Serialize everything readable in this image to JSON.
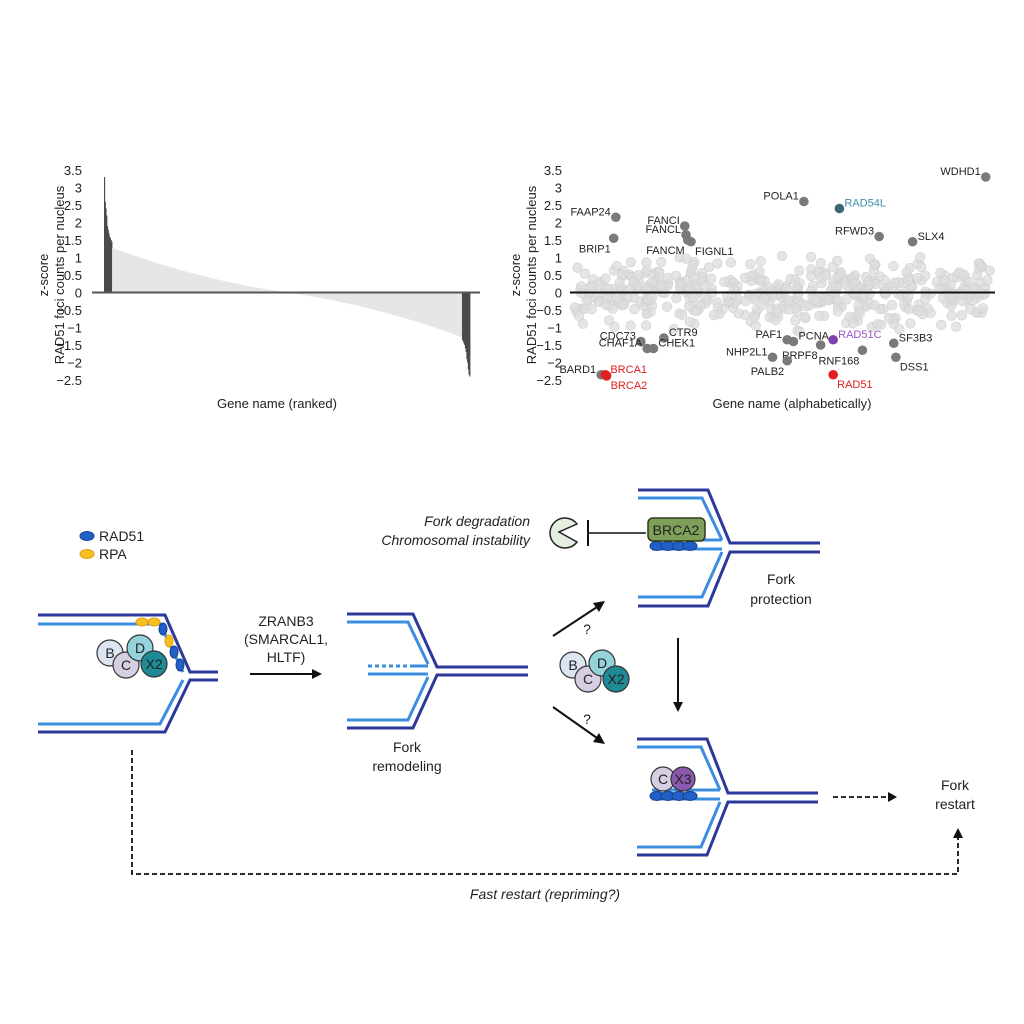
{
  "chart_data": [
    {
      "type": "bar",
      "name": "ranked-z-score",
      "ylabel_line1": "z-score",
      "ylabel_line2": "RAD51 foci counts per nucleus",
      "xlabel": "Gene name (ranked)",
      "ylim": [
        -2.5,
        3.5
      ],
      "yticks": [
        "3.5",
        "3",
        "2.5",
        "2",
        "1.5",
        "1",
        "0.5",
        "0",
        "−0.5",
        "−1",
        "−1.5",
        "−2",
        "−2.5"
      ],
      "ytick_values": [
        3.5,
        3,
        2.5,
        2,
        1.5,
        1,
        0.5,
        0,
        -0.5,
        -1,
        -1.5,
        -2,
        -2.5
      ],
      "n_genes": 500,
      "highlight_top": [
        3.3,
        2.6,
        2.4,
        2.2,
        1.9,
        1.8,
        1.7,
        1.6,
        1.55,
        1.5,
        1.45
      ],
      "highlight_bottom": [
        -1.35,
        -1.4,
        -1.45,
        -1.5,
        -1.6,
        -1.7,
        -1.9,
        -2.0,
        -2.2,
        -2.35,
        -2.4
      ],
      "background_range": [
        1.3,
        -1.3
      ],
      "colors": {
        "highlight": "#4a4a4a",
        "background": "#e6e6e6",
        "axis": "#555555"
      }
    },
    {
      "type": "scatter",
      "name": "alphabetical-z-score",
      "ylabel_line1": "z-score",
      "ylabel_line2": "RAD51 foci counts per nucleus",
      "xlabel": "Gene name (alphabetically)",
      "ylim": [
        -2.5,
        3.5
      ],
      "yticks": [
        "3.5",
        "3",
        "2.5",
        "2",
        "1.5",
        "1",
        "0.5",
        "0",
        "−0.5",
        "−1",
        "−1.5",
        "−2",
        "−2.5"
      ],
      "ytick_values": [
        3.5,
        3,
        2.5,
        2,
        1.5,
        1,
        0.5,
        0,
        -0.5,
        -1,
        -1.5,
        -2,
        -2.5
      ],
      "xlim": [
        0,
        1
      ],
      "labeled_points": [
        {
          "gene": "FAAP24",
          "x": 0.1,
          "y": 2.15,
          "color": "#7a7a7a",
          "label_side": "left"
        },
        {
          "gene": "BRIP1",
          "x": 0.095,
          "y": 1.55,
          "color": "#7a7a7a",
          "label_side": "left-below"
        },
        {
          "gene": "FANCI",
          "x": 0.265,
          "y": 1.9,
          "color": "#7a7a7a",
          "label_side": "left"
        },
        {
          "gene": "FANCL",
          "x": 0.268,
          "y": 1.65,
          "color": "#7a7a7a",
          "label_side": "left"
        },
        {
          "gene": "FANCM",
          "x": 0.272,
          "y": 1.5,
          "color": "#7a7a7a",
          "label_side": "left-below"
        },
        {
          "gene": "FIGNL1",
          "x": 0.28,
          "y": 1.45,
          "color": "#7a7a7a",
          "label_side": "right-below"
        },
        {
          "gene": "POLA1",
          "x": 0.55,
          "y": 2.6,
          "color": "#7a7a7a",
          "label_side": "left"
        },
        {
          "gene": "RAD54L",
          "x": 0.635,
          "y": 2.4,
          "color": "#3d6675",
          "label_color": "#3f8ea4",
          "label_side": "right"
        },
        {
          "gene": "RFWD3",
          "x": 0.73,
          "y": 1.6,
          "color": "#7a7a7a",
          "label_side": "left"
        },
        {
          "gene": "SLX4",
          "x": 0.81,
          "y": 1.45,
          "color": "#7a7a7a",
          "label_side": "right"
        },
        {
          "gene": "WDHD1",
          "x": 0.985,
          "y": 3.3,
          "color": "#7a7a7a",
          "label_side": "left"
        },
        {
          "gene": "CDC73",
          "x": 0.16,
          "y": -1.4,
          "color": "#7a7a7a",
          "label_side": "left"
        },
        {
          "gene": "CTR9",
          "x": 0.215,
          "y": -1.3,
          "color": "#7a7a7a",
          "label_side": "right"
        },
        {
          "gene": "CHAF1A",
          "x": 0.175,
          "y": -1.6,
          "color": "#7a7a7a",
          "label_side": "left"
        },
        {
          "gene": "CHEK1",
          "x": 0.19,
          "y": -1.6,
          "color": "#7a7a7a",
          "label_side": "right"
        },
        {
          "gene": "BARD1",
          "x": 0.065,
          "y": -2.35,
          "color": "#7a7a7a",
          "label_side": "left"
        },
        {
          "gene": "BRCA1",
          "x": 0.075,
          "y": -2.35,
          "color": "#e02020",
          "label_color": "#e02020",
          "label_side": "right"
        },
        {
          "gene": "BRCA2",
          "x": 0.078,
          "y": -2.38,
          "color": "#e02020",
          "label_color": "#e02020",
          "label_side": "right-below"
        },
        {
          "gene": "PAF1",
          "x": 0.51,
          "y": -1.35,
          "color": "#7a7a7a",
          "label_side": "left"
        },
        {
          "gene": "PCNA",
          "x": 0.525,
          "y": -1.4,
          "color": "#7a7a7a",
          "label_side": "right"
        },
        {
          "gene": "PRPF8",
          "x": 0.59,
          "y": -1.5,
          "color": "#7a7a7a",
          "label_side": "left-below"
        },
        {
          "gene": "RAD51C",
          "x": 0.62,
          "y": -1.35,
          "color": "#8040b0",
          "label_color": "#9a55c8",
          "label_side": "right"
        },
        {
          "gene": "SF3B3",
          "x": 0.765,
          "y": -1.45,
          "color": "#7a7a7a",
          "label_side": "right"
        },
        {
          "gene": "RNF168",
          "x": 0.69,
          "y": -1.65,
          "color": "#7a7a7a",
          "label_side": "left-below"
        },
        {
          "gene": "NHP2L1",
          "x": 0.475,
          "y": -1.85,
          "color": "#7a7a7a",
          "label_side": "left"
        },
        {
          "gene": "PALB2",
          "x": 0.51,
          "y": -1.95,
          "color": "#7a7a7a",
          "label_side": "left-below"
        },
        {
          "gene": "DSS1",
          "x": 0.77,
          "y": -1.85,
          "color": "#7a7a7a",
          "label_side": "right-below"
        },
        {
          "gene": "RAD51",
          "x": 0.62,
          "y": -2.35,
          "color": "#e02020",
          "label_color": "#e02020",
          "label_side": "right-below"
        }
      ],
      "background_points": {
        "count": 480,
        "y_range": [
          -1.3,
          1.3
        ],
        "color": "#dcdcdc"
      }
    }
  ],
  "diagram": {
    "legend": [
      {
        "label": "RAD51",
        "color": "#2060c8"
      },
      {
        "label": "RPA",
        "color": "#f5c020"
      }
    ],
    "step1_arrow_label": [
      "ZRANB3",
      "(SMARCAL1,",
      "HLTF)"
    ],
    "fork_remodeling_label": [
      "Fork",
      "remodeling"
    ],
    "fork_protection_label": [
      "Fork",
      "protection"
    ],
    "fork_restart_label": [
      "Fork",
      "restart"
    ],
    "degradation_label": [
      "Fork degradation",
      "Chromosomal instability"
    ],
    "brca2_label": "BRCA2",
    "question_mark": "?",
    "complex_bcdx2": {
      "B": "B",
      "C": "C",
      "D": "D",
      "X2": "X2"
    },
    "complex_cx3": {
      "C": "C",
      "X3": "X3"
    },
    "fast_restart_label": "Fast restart (repriming?)",
    "colors": {
      "dna_dark": "#2b3a9a",
      "dna_light": "#3b8de0",
      "rad51": "#2060c8",
      "rpa": "#f5c020",
      "B": "#dde4f2",
      "C": "#d6cfe3",
      "D": "#94d2dc",
      "X2": "#1f8a96",
      "X3": "#8a5ab0",
      "brca2_box": "#7ea05a",
      "pacman": "#e4efe2"
    }
  }
}
